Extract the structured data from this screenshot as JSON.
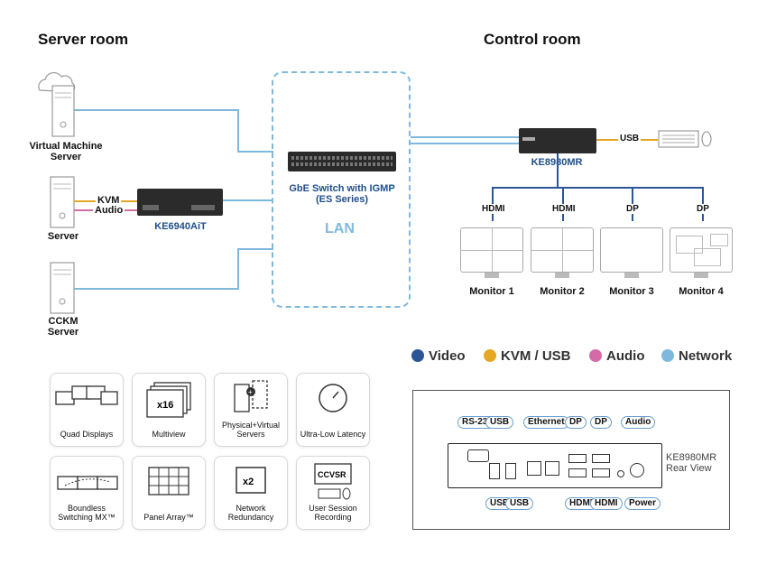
{
  "titles": {
    "server_room": "Server room",
    "control_room": "Control room"
  },
  "servers": {
    "vm": "Virtual Machine\nServer",
    "server": "Server",
    "cckm": "CCKM\nServer"
  },
  "devices": {
    "ke6940ait": "KE6940AiT",
    "ke8980mr": "KE8980MR",
    "switch": "GbE Switch with IGMP\n(ES Series)",
    "lan": "LAN"
  },
  "cables": {
    "kvm": "KVM",
    "audio": "Audio",
    "usb": "USB"
  },
  "outputs": [
    "HDMI",
    "HDMI",
    "DP",
    "DP"
  ],
  "monitors": [
    "Monitor 1",
    "Monitor 2",
    "Monitor 3",
    "Monitor 4"
  ],
  "legend": [
    {
      "label": "Video",
      "color": "#2a5698"
    },
    {
      "label": "KVM / USB",
      "color": "#e5a823"
    },
    {
      "label": "Audio",
      "color": "#d46aa6"
    },
    {
      "label": "Network",
      "color": "#7fb8dd"
    }
  ],
  "features": [
    {
      "label": "Quad Displays",
      "icon": "quad-displays-icon"
    },
    {
      "label": "Multiview",
      "icon": "multiview-icon",
      "badge": "x16"
    },
    {
      "label": "Physical+Virtual\nServers",
      "icon": "physical-virtual-icon"
    },
    {
      "label": "Ultra-Low\nLatency",
      "icon": "latency-icon"
    },
    {
      "label": "Boundless\nSwitching MX™",
      "icon": "boundless-icon"
    },
    {
      "label": "Panel Array™",
      "icon": "panel-array-icon"
    },
    {
      "label": "Network\nRedundancy",
      "icon": "network-redundancy-icon",
      "badge": "x2"
    },
    {
      "label": "User Session\nRecording",
      "icon": "recording-icon",
      "badge": "CCVSR"
    }
  ],
  "rear": {
    "title": "KE8980MR\nRear View",
    "top_ports": [
      "RS-232",
      "USB",
      "Ethernet",
      "DP",
      "DP",
      "Audio"
    ],
    "bottom_ports": [
      "USB",
      "USB",
      "HDMI",
      "HDMI",
      "Power"
    ]
  }
}
